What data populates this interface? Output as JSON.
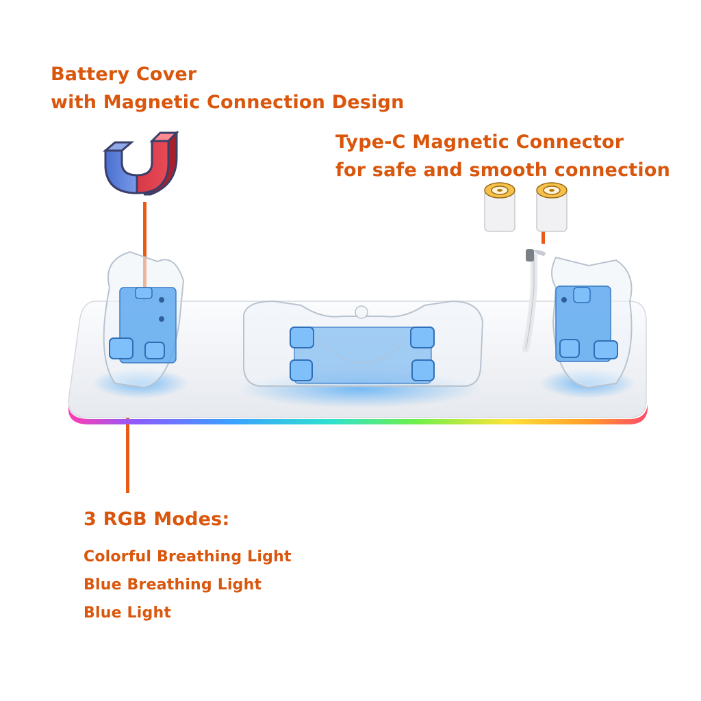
{
  "battery_cover": {
    "line1": "Battery Cover",
    "line2": "with Magnetic Connection Design"
  },
  "connector": {
    "line1": "Type-C Magnetic Connector",
    "line2": "for safe and smooth connection"
  },
  "rgb": {
    "heading": "3 RGB Modes:",
    "modes": [
      "Colorful Breathing Light",
      "Blue Breathing Light",
      "Blue Light"
    ]
  },
  "colors": {
    "accent": "#d9560c",
    "glow": "#4ea8f5",
    "base": "#f2f4f7"
  },
  "icons": {
    "magnet": "horseshoe-magnet-icon",
    "connector": "type-c-magnetic-plug-icon"
  }
}
